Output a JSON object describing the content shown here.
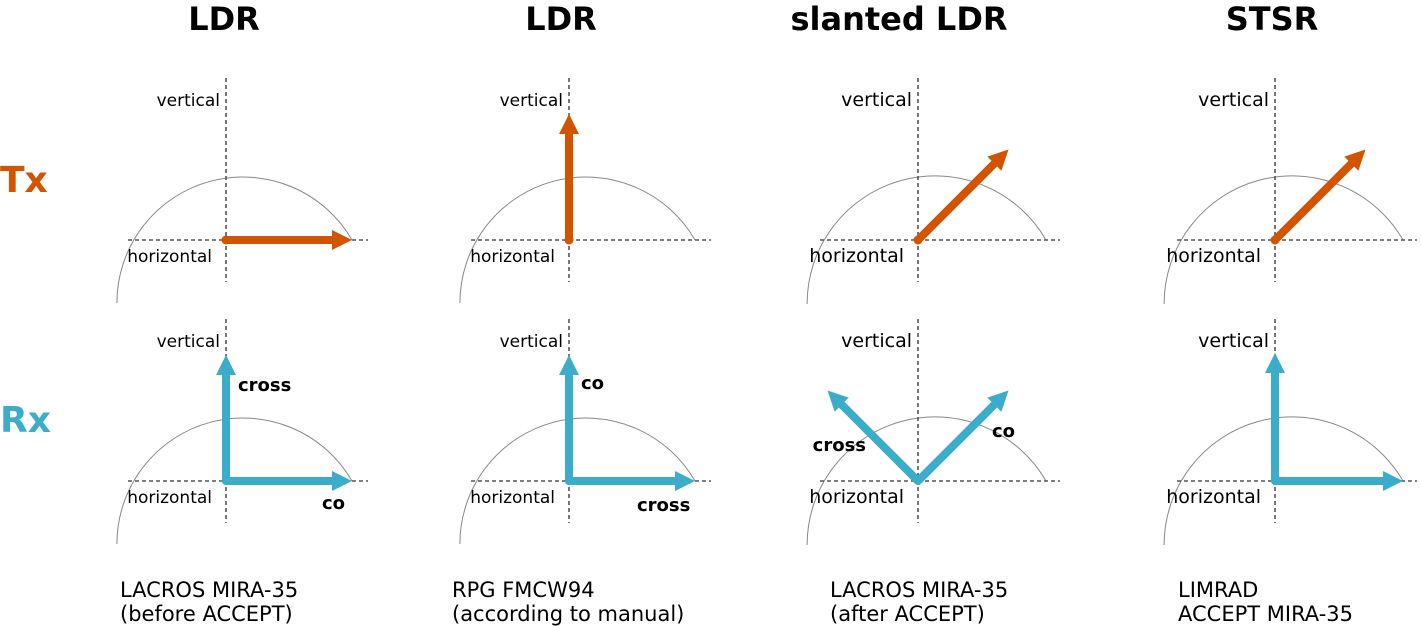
{
  "colors": {
    "tx": "#d35400",
    "rx": "#3bacc9",
    "axis": "#555555",
    "arc": "#888888"
  },
  "row_labels": {
    "tx": "Tx",
    "rx": "Rx"
  },
  "columns": [
    {
      "title": "LDR",
      "axis_vertical": "vertical",
      "axis_horizontal": "horizontal",
      "tx_angle_deg": 0,
      "rx": [
        {
          "angle_deg": 90,
          "label": "cross"
        },
        {
          "angle_deg": 0,
          "label": "co"
        }
      ],
      "caption_line1": "LACROS MIRA-35",
      "caption_line2": "(before ACCEPT)"
    },
    {
      "title": "LDR",
      "axis_vertical": "vertical",
      "axis_horizontal": "horizontal",
      "tx_angle_deg": 90,
      "rx": [
        {
          "angle_deg": 90,
          "label": "co"
        },
        {
          "angle_deg": 0,
          "label": "cross"
        }
      ],
      "caption_line1": "RPG FMCW94",
      "caption_line2": "(according to manual)"
    },
    {
      "title": "slanted LDR",
      "axis_vertical": "vertical",
      "axis_horizontal": "horizontal",
      "tx_angle_deg": 45,
      "rx": [
        {
          "angle_deg": 135,
          "label": "cross"
        },
        {
          "angle_deg": 45,
          "label": "co"
        }
      ],
      "caption_line1": "LACROS MIRA-35",
      "caption_line2": "(after ACCEPT)"
    },
    {
      "title": "STSR",
      "axis_vertical": "vertical",
      "axis_horizontal": "horizontal",
      "tx_angle_deg": 45,
      "rx": [
        {
          "angle_deg": 90,
          "label": ""
        },
        {
          "angle_deg": 0,
          "label": ""
        }
      ],
      "caption_line1": "LIMRAD",
      "caption_line2": "ACCEPT MIRA-35"
    }
  ]
}
